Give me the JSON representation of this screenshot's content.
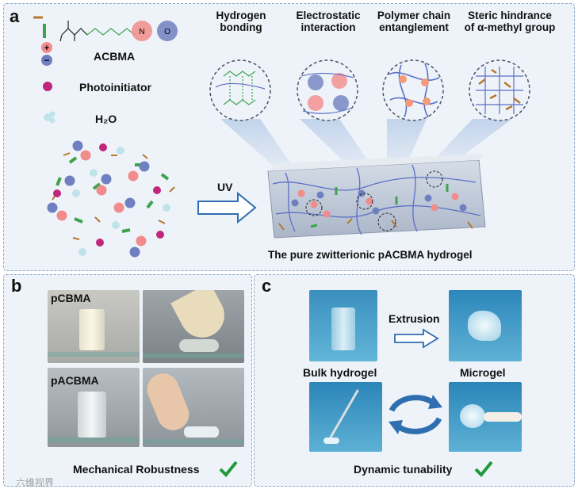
{
  "panel_a": {
    "label": "a",
    "monomer_name": "ACBMA",
    "photoinitiator": "Photoinitiator",
    "water": "H₂O",
    "uv": "UV",
    "hydrogel_caption": "The pure zwitterionic pACBMA hydrogel",
    "mechanisms": [
      {
        "line1": "Hydrogen",
        "line2": "bonding"
      },
      {
        "line1": "Electrostatic",
        "line2": "interaction"
      },
      {
        "line1": "Polymer chain",
        "line2": "entanglement"
      },
      {
        "line1": "Steric hindrance",
        "line2": "of α-methyl group"
      }
    ],
    "colors": {
      "positive": "#f28b8b",
      "negative": "#6f7fc0",
      "chain": "#3fa34d",
      "methyl": "#b5782e",
      "initiator": "#c0267a",
      "water": "#bfe3ea",
      "network": "#5b6fc7"
    }
  },
  "panel_b": {
    "label": "b",
    "sample_top": "pCBMA",
    "sample_bottom": "pACBMA",
    "caption": "Mechanical Robustness"
  },
  "panel_c": {
    "label": "c",
    "extrusion": "Extrusion",
    "bulk": "Bulk hydrogel",
    "microgel": "Microgel",
    "caption": "Dynamic tunability"
  },
  "watermark": "六维视界"
}
